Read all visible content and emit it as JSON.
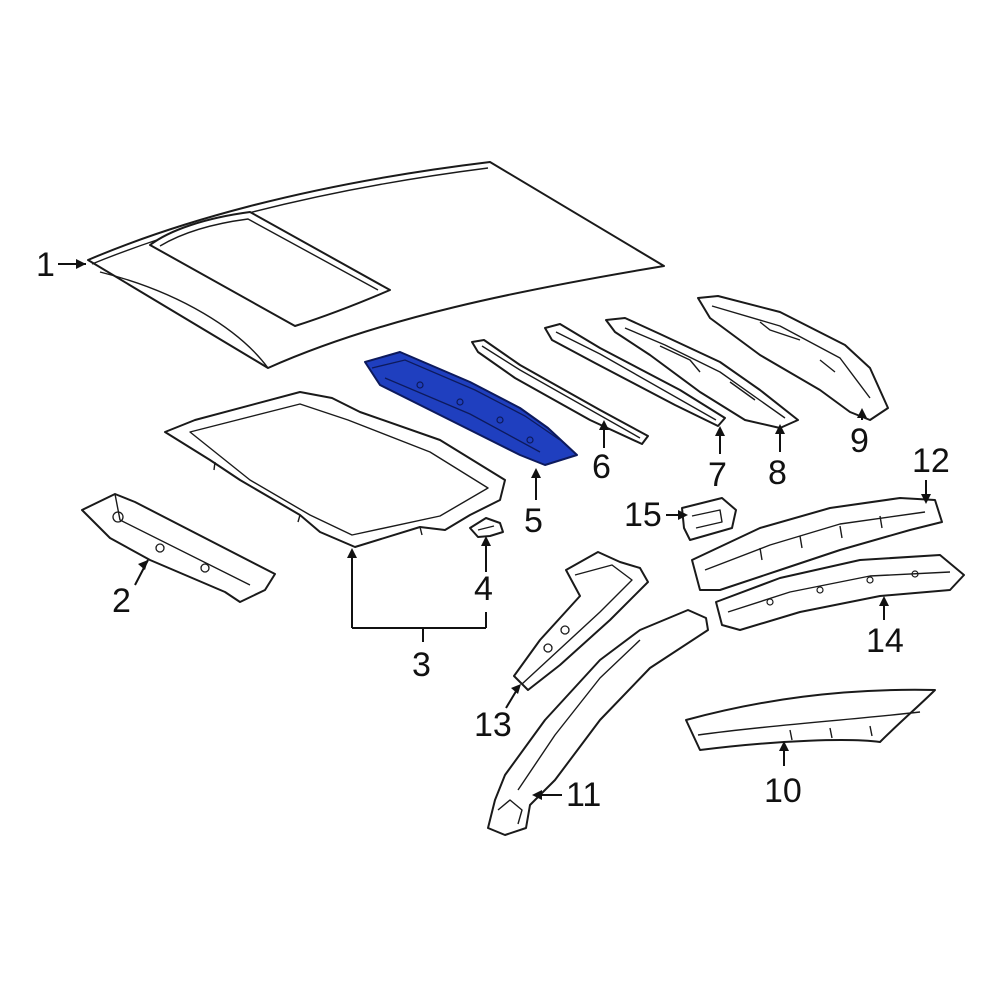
{
  "diagram": {
    "highlight_color": "#1f3fbf",
    "outline_color": "#1a1a1a",
    "callouts": [
      {
        "id": "1",
        "label": "1",
        "part": "roof-panel"
      },
      {
        "id": "2",
        "label": "2",
        "part": "front-roof-rail"
      },
      {
        "id": "3",
        "label": "3",
        "part": "sunroof-frame-and-bracket"
      },
      {
        "id": "4",
        "label": "4",
        "part": "small-bracket"
      },
      {
        "id": "5",
        "label": "5",
        "part": "roof-bow-highlighted"
      },
      {
        "id": "6",
        "label": "6",
        "part": "roof-bow"
      },
      {
        "id": "7",
        "label": "7",
        "part": "roof-bow"
      },
      {
        "id": "8",
        "label": "8",
        "part": "roof-bow"
      },
      {
        "id": "9",
        "label": "9",
        "part": "rear-header"
      },
      {
        "id": "10",
        "label": "10",
        "part": "side-rail-outer"
      },
      {
        "id": "11",
        "label": "11",
        "part": "pillar-inner"
      },
      {
        "id": "12",
        "label": "12",
        "part": "side-rail-inner-upper"
      },
      {
        "id": "13",
        "label": "13",
        "part": "pillar-reinforcement"
      },
      {
        "id": "14",
        "label": "14",
        "part": "side-rail-inner-lower"
      },
      {
        "id": "15",
        "label": "15",
        "part": "small-gusset"
      }
    ]
  }
}
